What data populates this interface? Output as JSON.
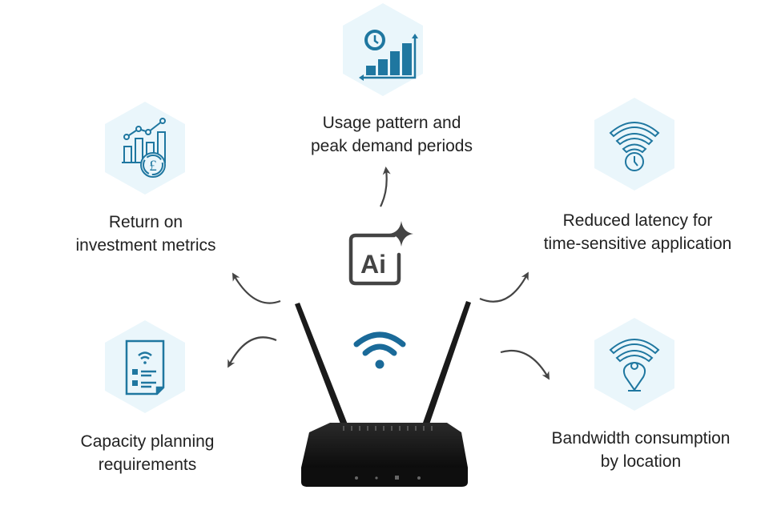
{
  "diagram": {
    "center": {
      "ai_badge_text": "Ai",
      "icons": [
        "ai-sparkle-icon",
        "wifi-icon",
        "router-icon"
      ]
    },
    "nodes": [
      {
        "id": "usage",
        "label_line1": "Usage pattern and",
        "label_line2": "peak demand periods",
        "icon": "bar-chart-clock-icon"
      },
      {
        "id": "roi",
        "label_line1": "Return on",
        "label_line2": "investment metrics",
        "icon": "chart-pound-coin-icon"
      },
      {
        "id": "latency",
        "label_line1": "Reduced latency for",
        "label_line2": "time-sensitive application",
        "icon": "wifi-clock-icon"
      },
      {
        "id": "capacity",
        "label_line1": "Capacity planning",
        "label_line2": "requirements",
        "icon": "document-wifi-list-icon"
      },
      {
        "id": "bandwidth",
        "label_line1": "Bandwidth consumption",
        "label_line2": "by location",
        "icon": "wifi-location-pin-icon"
      }
    ],
    "colors": {
      "hex_fill": "#eaf6fb",
      "icon_blue": "#1f77a0",
      "wifi_blue": "#1a6a99",
      "arrow": "#444444",
      "ai_gray": "#444444",
      "router_black": "#151515"
    }
  }
}
